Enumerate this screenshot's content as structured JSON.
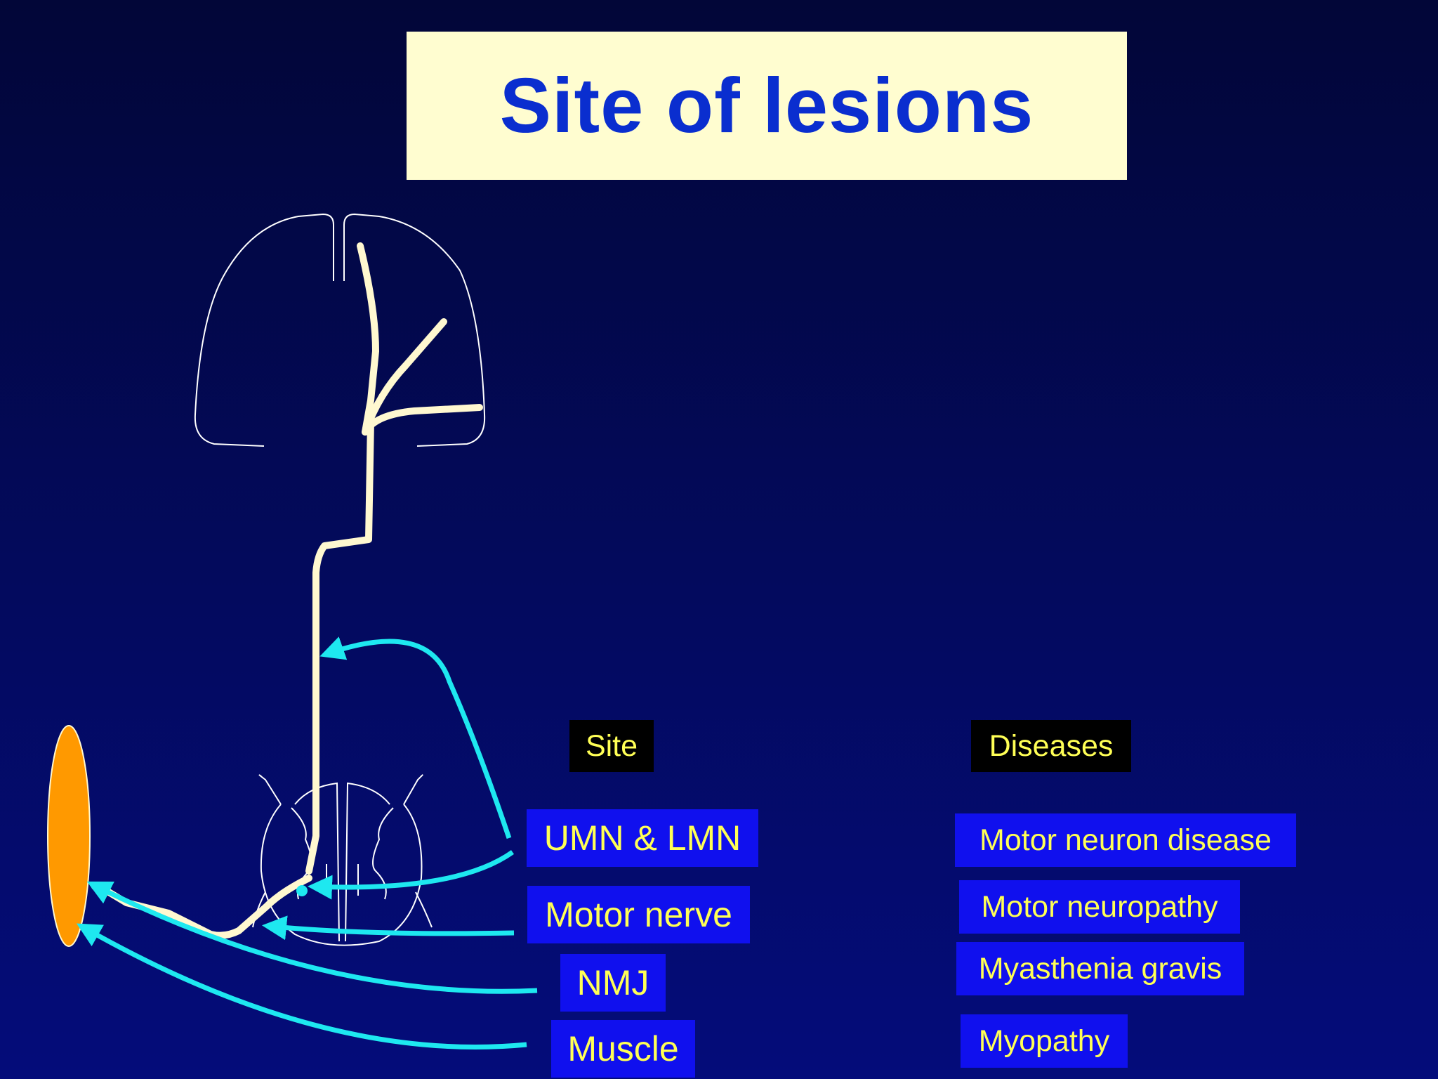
{
  "title": "Site of lesions",
  "headers": {
    "site": "Site",
    "diseases": "Diseases"
  },
  "sites": [
    {
      "label": "UMN & LMN"
    },
    {
      "label": "Motor nerve"
    },
    {
      "label": "NMJ"
    },
    {
      "label": "Muscle"
    }
  ],
  "diseases": [
    {
      "label": "Motor neuron disease"
    },
    {
      "label": "Motor neuropathy"
    },
    {
      "label": "Myasthenia gravis"
    },
    {
      "label": "Myopathy"
    }
  ],
  "colors": {
    "background": "#030a5e",
    "title_box": "#fffdd0",
    "title_text": "#0a2ecf",
    "label_box": "#1010ee",
    "label_text": "#ffff55",
    "header_box": "#000000",
    "pathway": "#fff8d0",
    "arrow": "#1ee8f0",
    "muscle": "#ff9900"
  }
}
